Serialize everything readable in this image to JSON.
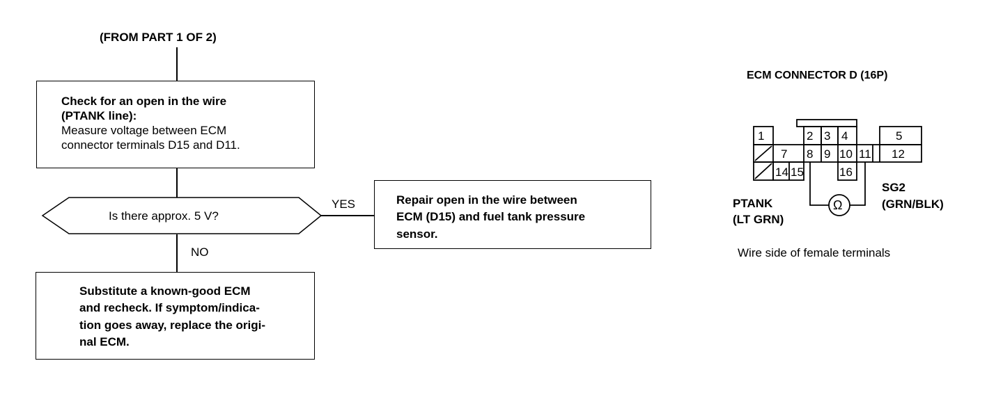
{
  "flow": {
    "from_label": "(FROM PART 1 OF 2)",
    "check_box": {
      "title_line1": "Check for an open in the wire",
      "title_line2": "(PTANK line):",
      "body_line1": "Measure voltage between ECM",
      "body_line2": "connector terminals D15 and D11."
    },
    "decision": "Is there approx. 5 V?",
    "yes_label": "YES",
    "no_label": "NO",
    "repair_box": {
      "line1": "Repair open in the wire between",
      "line2": "ECM (D15) and fuel tank pressure",
      "line3": "sensor."
    },
    "substitute_box": {
      "line1": "Substitute a known-good ECM",
      "line2": "and recheck. If symptom/indica-",
      "line3": "tion goes away, replace the origi-",
      "line4": "nal ECM."
    }
  },
  "connector": {
    "title": "ECM CONNECTOR D (16P)",
    "row1": [
      "1",
      "2",
      "3",
      "4",
      "5"
    ],
    "row2": [
      "7",
      "8",
      "9",
      "10",
      "11",
      "12"
    ],
    "row3": [
      "14",
      "15",
      "16"
    ],
    "ptank_label": "PTANK",
    "ptank_color": "(LT GRN)",
    "sg2_label": "SG2",
    "sg2_color": "(GRN/BLK)",
    "ohm_symbol": "Ω",
    "caption": "Wire side of female terminals"
  }
}
